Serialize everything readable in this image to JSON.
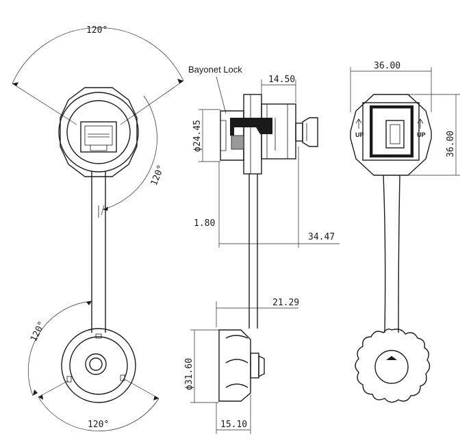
{
  "labels": {
    "bayonet_lock": "Bayonet Lock",
    "up": "UP"
  },
  "dimensions": {
    "angle_top": "120°",
    "angle_right": "120°",
    "angle_bottom_left": "120°",
    "angle_bottom": "120°",
    "depth_top": "14.50",
    "dia_front": "ϕ24.45",
    "thickness": "1.80",
    "overall_length": "34.47",
    "cap_offset": "21.29",
    "dia_cap": "ϕ31.60",
    "cap_length": "15.10",
    "width_rear": "36.00",
    "height_rear": "36.00"
  }
}
